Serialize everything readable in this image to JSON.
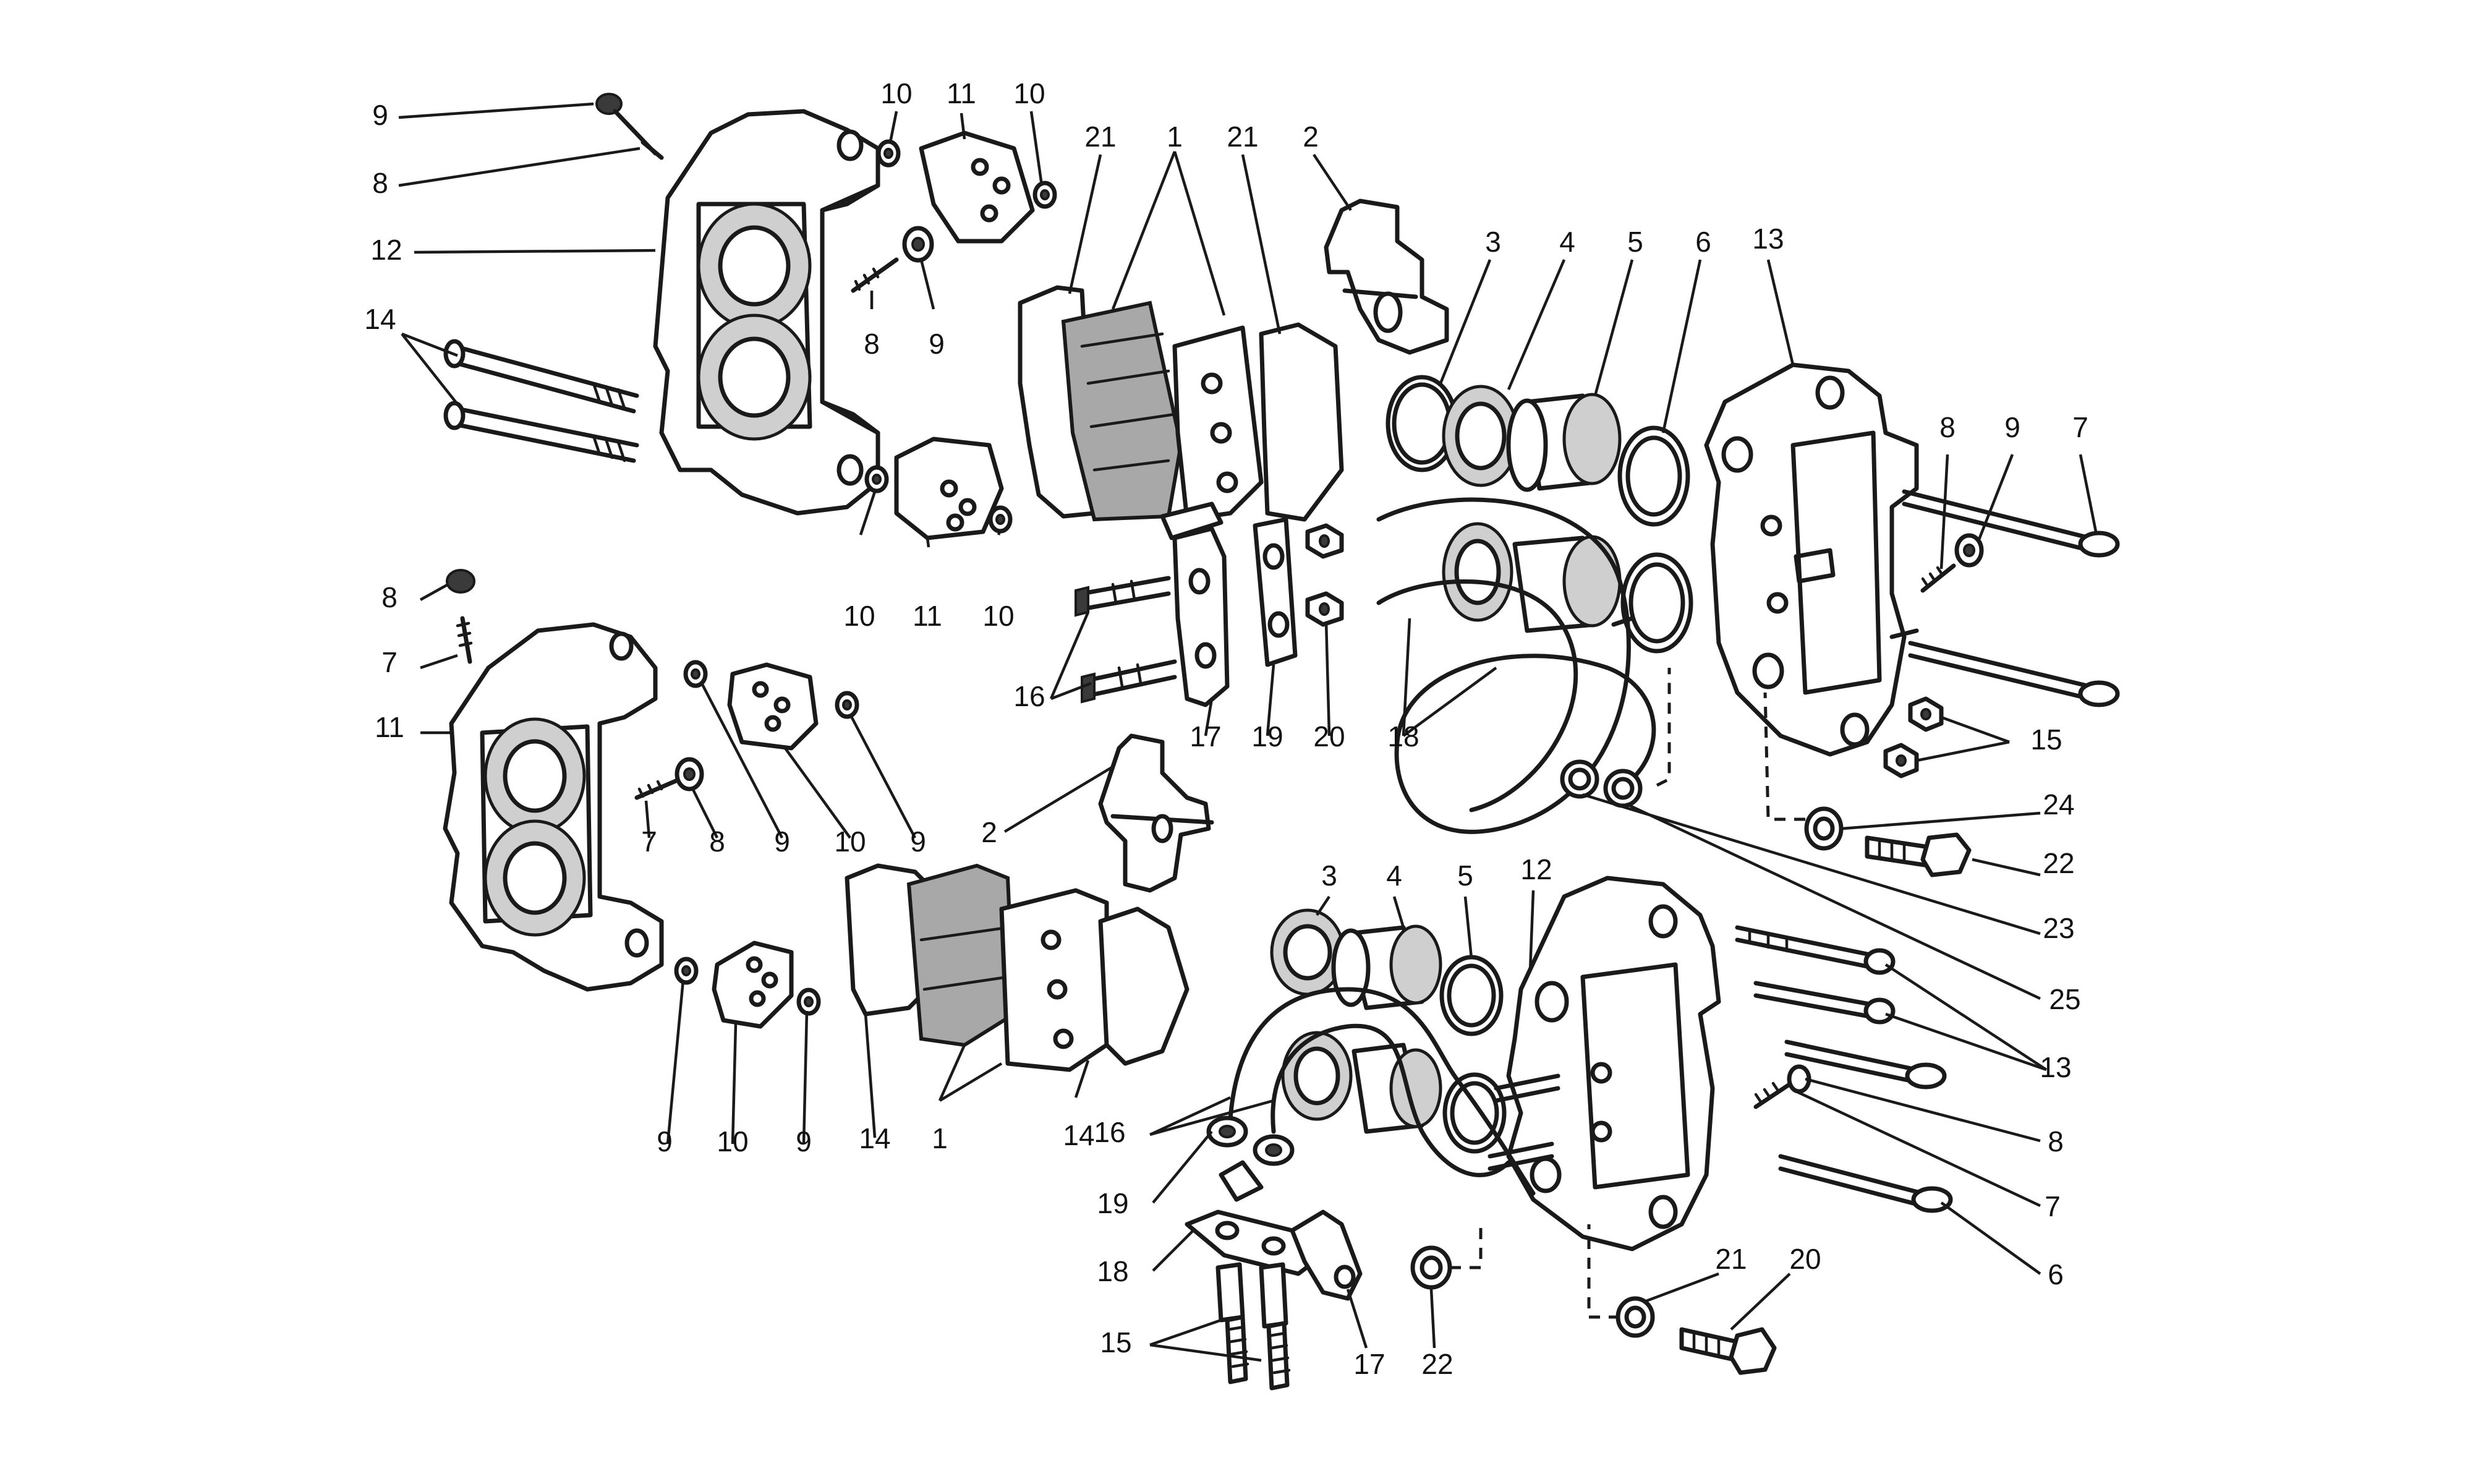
{
  "callouts": {
    "a9": "9",
    "a8": "8",
    "a12": "12",
    "a14": "14",
    "a10_top1": "10",
    "a11_top": "11",
    "a10_top2": "10",
    "a8_mid": "8",
    "a9_mid": "9",
    "a10_mid1": "10",
    "a11_mid": "11",
    "a10_mid2": "10",
    "a21_l": "21",
    "a1_top": "1",
    "a21_r": "21",
    "a2_top": "2",
    "a3": "3",
    "a4": "4",
    "a5": "5",
    "a6": "6",
    "a13": "13",
    "a8_r": "8",
    "a9_r": "9",
    "a7_r": "7",
    "a16_top": "16",
    "a17_top": "17",
    "a19_top": "19",
    "a20_top": "20",
    "a18_top": "18",
    "a15_r": "15",
    "a24": "24",
    "a22_r": "22",
    "a23": "23",
    "a25": "25",
    "b8": "8",
    "b7": "7",
    "b11": "11",
    "b7b": "7",
    "b8b": "8",
    "b9a": "9",
    "b10": "10",
    "b9b": "9",
    "b2": "2",
    "b9c": "9",
    "b10b": "10",
    "b9d": "9",
    "b14a": "14",
    "b1": "1",
    "b14b": "14",
    "c3": "3",
    "c4": "4",
    "c5": "5",
    "c12": "12",
    "c13": "13",
    "c8": "8",
    "c7": "7",
    "c6": "6",
    "c16": "16",
    "c19": "19",
    "c18": "18",
    "c15": "15",
    "c17": "17",
    "c22": "22",
    "c21": "21",
    "c20": "20"
  }
}
